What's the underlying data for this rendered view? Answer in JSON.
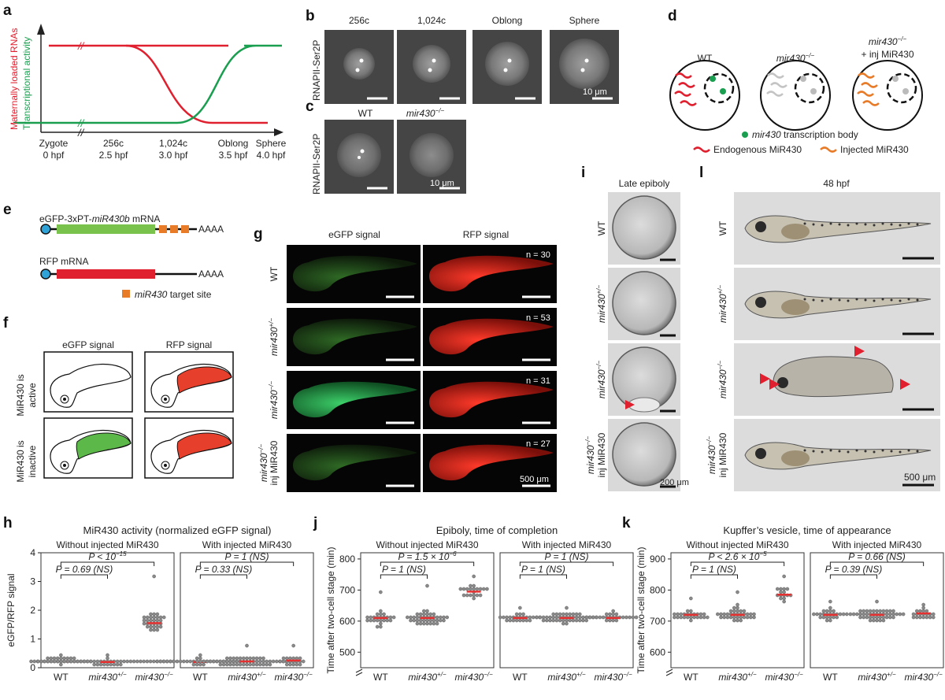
{
  "panel_letters": {
    "a": "a",
    "b": "b",
    "c": "c",
    "d": "d",
    "e": "e",
    "f": "f",
    "g": "g",
    "h": "h",
    "i": "i",
    "j": "j",
    "k": "k",
    "l": "l"
  },
  "colors": {
    "red": "#e0202f",
    "green": "#1a9e4f",
    "orange": "#e87b28",
    "tissue_red": "#e6402c",
    "tissue_green": "#5db84a",
    "median": "#e63030",
    "dot": "#8a8a8a",
    "micro_bg": "#4a4a4a",
    "bright_bg": "#d9d9d9"
  },
  "panel_a": {
    "ylabel_red": "Maternally loaded RNAs",
    "ylabel_green": "Transcriptional activity",
    "stages": [
      {
        "name": "Zygote",
        "time": "0 hpf"
      },
      {
        "name": "256c",
        "time": "2.5 hpf"
      },
      {
        "name": "1,024c",
        "time": "3.0 hpf"
      },
      {
        "name": "Oblong",
        "time": "3.5 hpf"
      },
      {
        "name": "Sphere",
        "time": "4.0 hpf"
      }
    ]
  },
  "panel_b": {
    "stages": [
      "256c",
      "1,024c",
      "Oblong",
      "Sphere"
    ],
    "ylabel": "RNAPII-Ser2P",
    "scale": "10 μm"
  },
  "panel_c": {
    "labels": [
      "WT",
      "mir430"
    ],
    "sup": "−/−",
    "ylabel": "RNAPII-Ser2P",
    "scale": "10 μm"
  },
  "panel_d": {
    "wt": "WT",
    "mut": "mir430",
    "mut_sup": "−/−",
    "inj_l1": "mir430",
    "inj_l2": "+ inj MiR430",
    "legend_body": "mir430",
    "legend_body_rest": " transcription body",
    "legend_endo": "Endogenous MiR430",
    "legend_inj": "Injected MiR430"
  },
  "panel_e": {
    "mrna1_pre": "eGFP-3xPT-",
    "mrna1_it": "miR430b",
    "mrna1_post": " mRNA",
    "mrna2": "RFP mRNA",
    "polyA": "AAAA",
    "target_it": "miR430",
    "target_rest": " target site"
  },
  "panel_f": {
    "col1": "eGFP signal",
    "col2": "RFP signal",
    "row1_l1": "MiR430 is",
    "row1_l2": "active",
    "row2_l1": "MiR430 is",
    "row2_l2": "inactive"
  },
  "panel_g": {
    "col1": "eGFP signal",
    "col2": "RFP signal",
    "rows": [
      "WT",
      "mir430",
      "mir430",
      "mir430"
    ],
    "sups": [
      "",
      "+/−",
      "−/−",
      "−/−"
    ],
    "row4_l2": "inj MiR430",
    "n": [
      "n = 30",
      "n = 53",
      "n = 31",
      "n = 27"
    ],
    "scale": "500 μm"
  },
  "panel_i": {
    "title": "Late epiboly",
    "rows": [
      "WT",
      "mir430",
      "mir430",
      "mir430"
    ],
    "sups": [
      "",
      "+/−",
      "−/−",
      "−/−"
    ],
    "row4_l2": "inj MiR430",
    "scale": "200 μm"
  },
  "panel_l": {
    "title": "48 hpf",
    "rows": [
      "WT",
      "mir430",
      "mir430",
      "mir430"
    ],
    "sups": [
      "",
      "+/−",
      "−/−",
      "−/−"
    ],
    "row4_l2": "inj MiR430",
    "scale": "500 μm"
  },
  "chart_data": [
    {
      "type": "scatter",
      "panel": "h",
      "title": "MiR430 activity (normalized eGFP signal)",
      "ylabel": "eGFP/RFP signal",
      "ylim": [
        0,
        4
      ],
      "yticks": [
        "0",
        "1",
        "2",
        "3",
        "4"
      ],
      "groups": [
        {
          "title": "Without injected MiR430",
          "categories": [
            "WT",
            "mir430",
            "mir430"
          ],
          "sups": [
            "",
            "+/−",
            "−/−"
          ],
          "medians": [
            0.22,
            0.2,
            1.55
          ],
          "spread": [
            0.08,
            0.06,
            0.4
          ],
          "max": [
            0.45,
            0.4,
            3.2
          ],
          "counts": [
            30,
            53,
            31
          ],
          "pvalues": [
            {
              "text": "P = 0.69 (NS)",
              "from": 0,
              "to": 1
            },
            {
              "text": "P < 10",
              "sup": "−15",
              "from": 0,
              "to": 2
            }
          ]
        },
        {
          "title": "With injected MiR430",
          "categories": [
            "WT",
            "mir430",
            "mir430"
          ],
          "sups": [
            "",
            "+/−",
            "−/−"
          ],
          "medians": [
            0.2,
            0.22,
            0.25
          ],
          "spread": [
            0.08,
            0.12,
            0.12
          ],
          "max": [
            0.4,
            0.75,
            0.75
          ],
          "counts": [
            33,
            60,
            20
          ],
          "pvalues": [
            {
              "text": "P = 0.33 (NS)",
              "from": 0,
              "to": 1
            },
            {
              "text": "P = 1 (NS)",
              "from": 0,
              "to": 2
            }
          ]
        }
      ]
    },
    {
      "type": "scatter",
      "panel": "j",
      "title": "Epiboly, time of completion",
      "ylabel": "Time after two-cell stage (min)",
      "ylim": [
        450,
        820
      ],
      "yticks": [
        "500",
        "600",
        "700",
        "800"
      ],
      "groups": [
        {
          "title": "Without injected MiR430",
          "categories": [
            "WT",
            "mir430",
            "mir430"
          ],
          "sups": [
            "",
            "+/−",
            "−/−"
          ],
          "medians": [
            610,
            610,
            695
          ],
          "spread": [
            20,
            18,
            18
          ],
          "max": [
            690,
            710,
            740
          ],
          "counts": [
            25,
            40,
            20
          ],
          "pvalues": [
            {
              "text": "P = 1 (NS)",
              "from": 0,
              "to": 1
            },
            {
              "text": "P = 1.5 × 10",
              "sup": "−6",
              "from": 0,
              "to": 2
            }
          ]
        },
        {
          "title": "With injected MiR430",
          "categories": [
            "WT",
            "mir430",
            "mir430"
          ],
          "sups": [
            "",
            "+/−",
            "−/−"
          ],
          "medians": [
            610,
            610,
            610
          ],
          "spread": [
            12,
            12,
            10
          ],
          "max": [
            640,
            645,
            630
          ],
          "counts": [
            25,
            45,
            25
          ],
          "pvalues": [
            {
              "text": "P = 1 (NS)",
              "from": 0,
              "to": 1
            },
            {
              "text": "P = 1 (NS)",
              "from": 0,
              "to": 2
            }
          ]
        }
      ]
    },
    {
      "type": "scatter",
      "panel": "k",
      "title": "Kupffer’s vesicle, time of appearance",
      "ylabel": "Time after two-cell stage (min)",
      "ylim": [
        550,
        920
      ],
      "yticks": [
        "600",
        "700",
        "800",
        "900"
      ],
      "groups": [
        {
          "title": "Without injected MiR430",
          "categories": [
            "WT",
            "mir430",
            "mir430"
          ],
          "sups": [
            "",
            "+/−",
            "−/−"
          ],
          "medians": [
            720,
            720,
            785
          ],
          "spread": [
            18,
            18,
            22
          ],
          "max": [
            770,
            790,
            840
          ],
          "counts": [
            25,
            35,
            15
          ],
          "pvalues": [
            {
              "text": "P = 1 (NS)",
              "from": 0,
              "to": 1
            },
            {
              "text": "P < 2.6 × 10",
              "sup": "−5",
              "from": 0,
              "to": 2
            }
          ]
        },
        {
          "title": "With injected MiR430",
          "categories": [
            "WT",
            "mir430",
            "mir430"
          ],
          "sups": [
            "",
            "+/−",
            "−/−"
          ],
          "medians": [
            720,
            720,
            725
          ],
          "spread": [
            18,
            18,
            15
          ],
          "max": [
            760,
            765,
            750
          ],
          "counts": [
            25,
            45,
            20
          ],
          "pvalues": [
            {
              "text": "P = 0.39 (NS)",
              "from": 0,
              "to": 1
            },
            {
              "text": "P = 0.66 (NS)",
              "from": 0,
              "to": 2
            }
          ]
        }
      ]
    }
  ]
}
